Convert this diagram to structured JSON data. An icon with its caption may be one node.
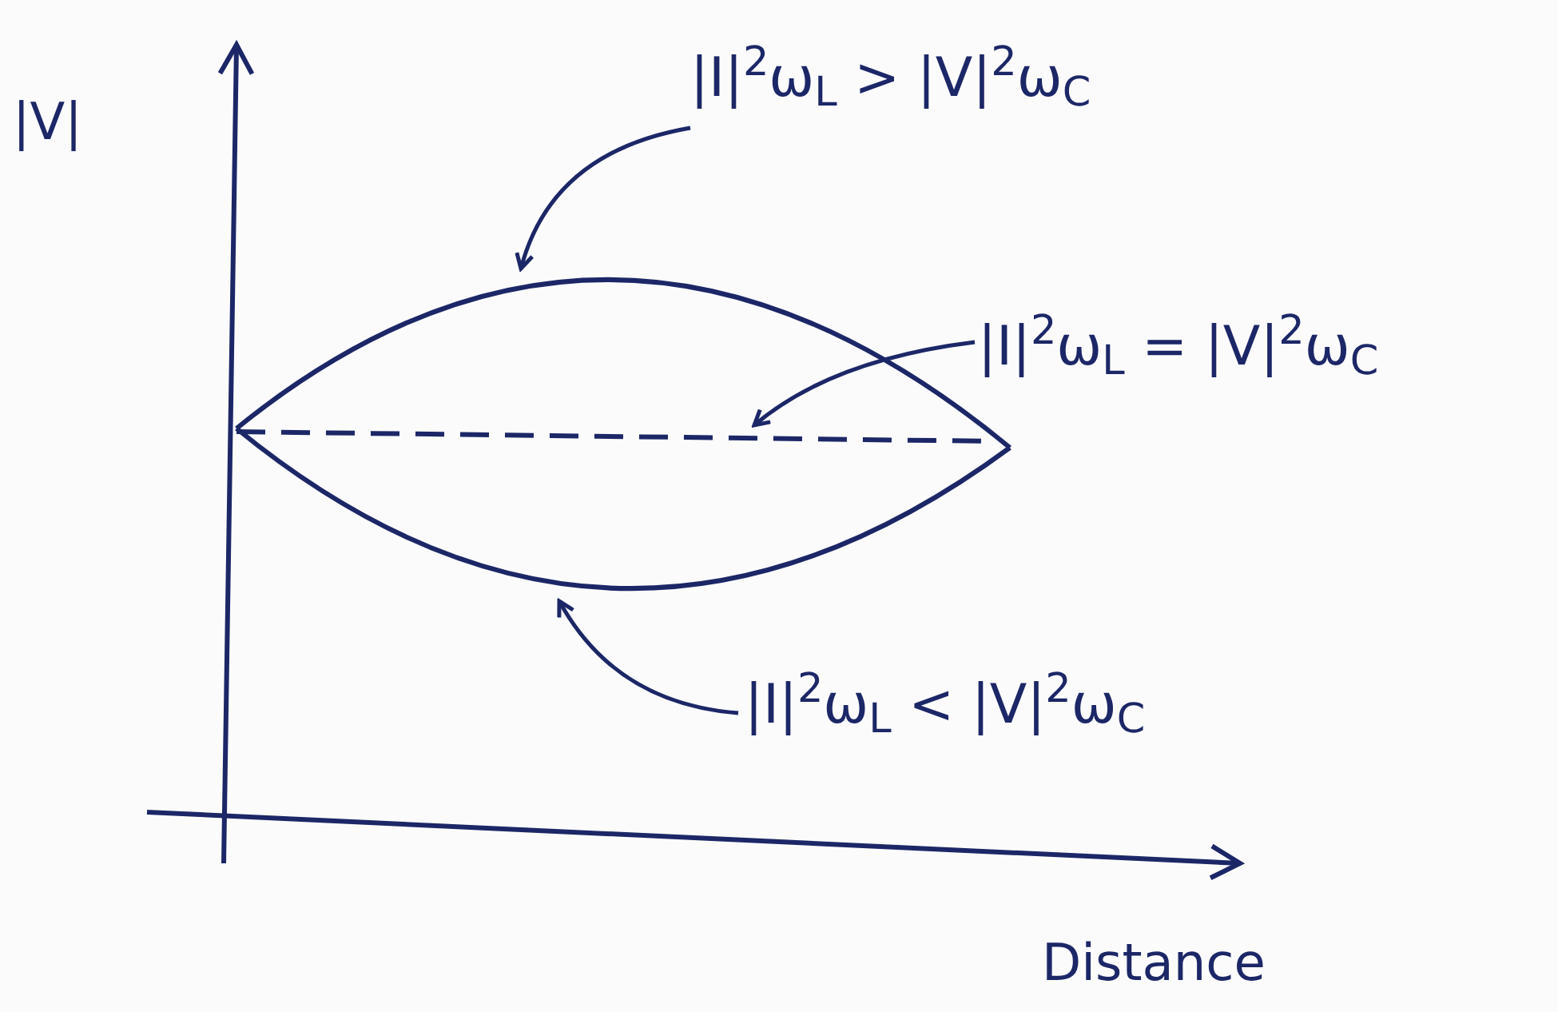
{
  "diagram": {
    "nodes": [
      {
        "text": [
          "|I|$^{2}$ω$_{L}$ > |V|$^{2}$ω$_{C}$"
        ]
      },
      {
        "text": [],
        "shape": "curve"
      },
      {
        "text": [
          "|I|$^{2}$ω$_{L}$ = |V|$^{2}$ω$_{C}$"
        ]
      },
      {
        "text": [],
        "shape": "line"
      },
      {
        "text": [],
        "shape": "curve"
      },
      {
        "text": [
          "|I|$^{2}$ω$_{L}$ < |V|$^{2}$ω$_{C}$"
        ]
      }
    ],
    "edges": [
      {
        "from": 0,
        "to": 1,
        "arrow": "to"
      },
      {
        "from": 2,
        "to": 3,
        "arrow": "to"
      },
      {
        "from": 5,
        "to": 4,
        "arrow": "to"
      }
    ],
    "labels": [
      "|V|",
      "Distance"
    ]
  }
}
